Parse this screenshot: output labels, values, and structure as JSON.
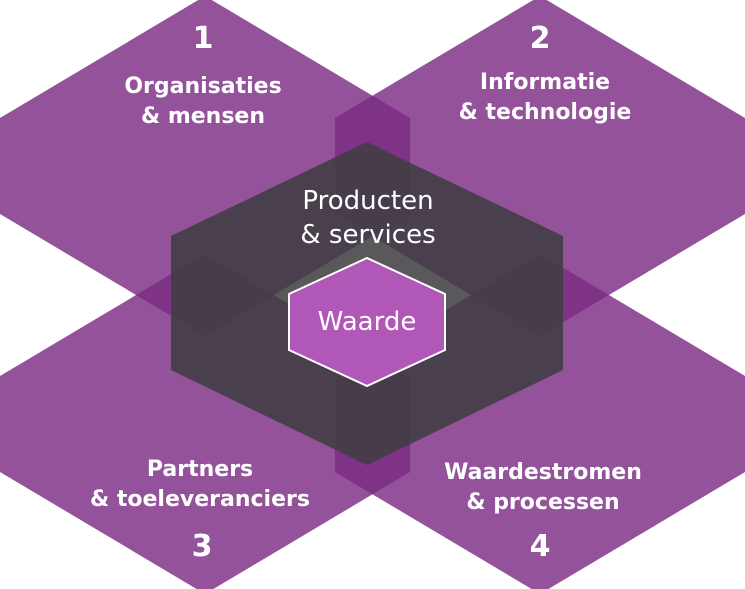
{
  "colors": {
    "quadrant_fill": "#7b2c83",
    "center_fill": "#3e3e40",
    "core_fill": "#b157b8",
    "text": "#ffffff"
  },
  "quadrants": [
    {
      "number": "1",
      "line1": "Organisaties",
      "line2": "& mensen"
    },
    {
      "number": "2",
      "line1": "Informatie",
      "line2": "& technologie"
    },
    {
      "number": "3",
      "line1": "Partners",
      "line2": "& toeleveranciers"
    },
    {
      "number": "4",
      "line1": "Waardestromen",
      "line2": "& processen"
    }
  ],
  "center": {
    "line1": "Producten",
    "line2": "& services"
  },
  "core": {
    "label": "Waarde"
  }
}
